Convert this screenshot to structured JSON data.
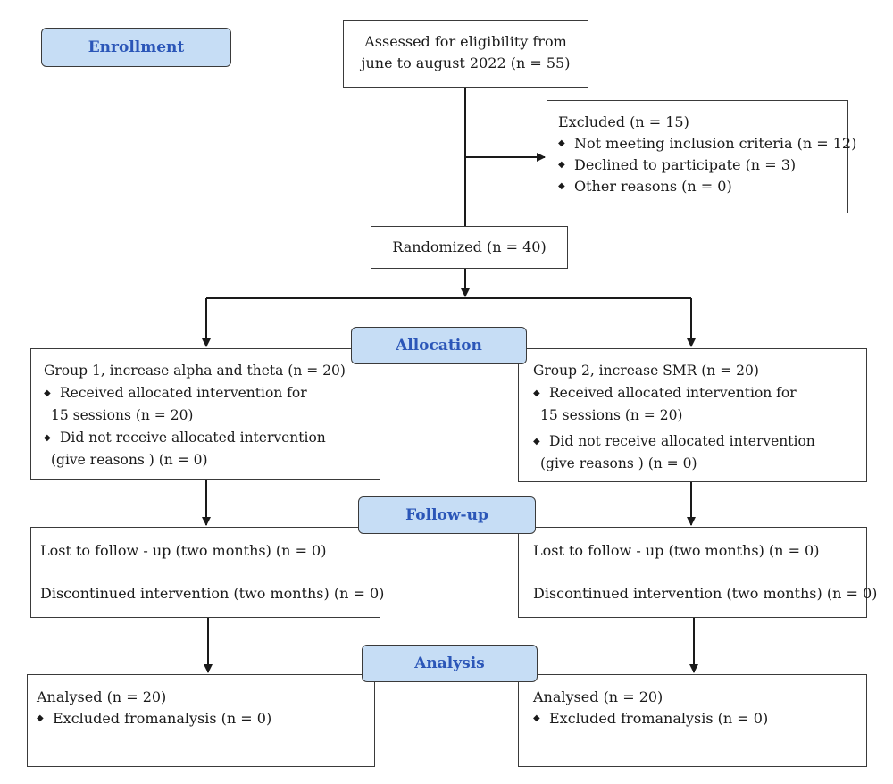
{
  "stages": {
    "enrollment": "Enrollment",
    "allocation": "Allocation",
    "follow_up": "Follow-up",
    "analysis": "Analysis"
  },
  "assessed": {
    "line1": "Assessed for eligibility from",
    "line2": "june to august 2022 (n = 55)"
  },
  "excluded": {
    "title": "Excluded (n = 15)",
    "items": [
      "Not meeting inclusion criteria (n = 12)",
      "Declined to participate (n = 3)",
      "Other reasons (n = 0)"
    ]
  },
  "randomized": "Randomized (n = 40)",
  "group1": {
    "title": "Group 1, increase alpha and theta (n = 20)",
    "received_1": "Received allocated intervention for",
    "received_2": "15 sessions (n = 20)",
    "not_received_1": "Did not receive allocated intervention",
    "not_received_2": "(give reasons ) (n = 0)",
    "lost": "Lost to follow - up (two months) (n = 0)",
    "discontinued": "Discontinued intervention (two months) (n = 0)",
    "analysed": "Analysed (n = 20)",
    "excluded_analysis": "Excluded fromanalysis (n = 0)"
  },
  "group2": {
    "title": "Group 2, increase SMR (n = 20)",
    "received_1": "Received allocated intervention for",
    "received_2": "15 sessions (n = 20)",
    "not_received_1": "Did not receive allocated intervention",
    "not_received_2": "(give reasons ) (n = 0)",
    "lost": "Lost to follow - up (two months) (n = 0)",
    "discontinued": "Discontinued intervention (two months) (n = 0)",
    "analysed": "Analysed (n = 20)",
    "excluded_analysis": "Excluded fromanalysis (n = 0)"
  },
  "colors": {
    "stage_fill": "#c6ddf5",
    "stage_text": "#2b56b8",
    "line": "#1a1a1a"
  },
  "bullet_icon": "diamond-bullet-icon"
}
